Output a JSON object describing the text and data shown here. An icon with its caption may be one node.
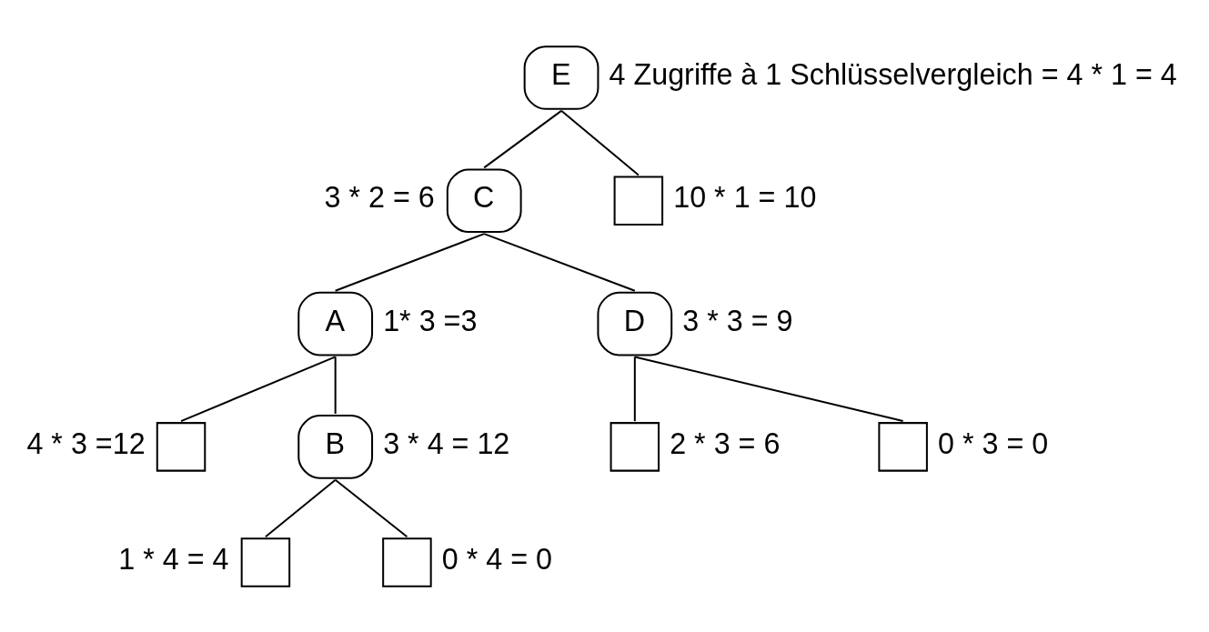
{
  "diagram": {
    "nodes": [
      {
        "text": [
          "E"
        ],
        "beside": [
          "4 Zugriffe à 1 Schlüsselvergleich = 4 * 1 = 4"
        ]
      },
      {
        "text": [
          "C"
        ],
        "beside": [
          "3 * 2 = 6"
        ]
      },
      {
        "text": [],
        "shape": "box",
        "beside": [
          "10 * 1 = 10"
        ]
      },
      {
        "text": [
          "A"
        ],
        "beside": [
          "1* 3 =3"
        ]
      },
      {
        "text": [
          "D"
        ],
        "beside": [
          "3 * 3 = 9"
        ]
      },
      {
        "text": [],
        "shape": "box",
        "beside": [
          "4 * 3 =12"
        ]
      },
      {
        "text": [
          "B"
        ],
        "beside": [
          "3 * 4 = 12"
        ]
      },
      {
        "text": [],
        "shape": "box",
        "beside": [
          "2 * 3 = 6"
        ]
      },
      {
        "text": [],
        "shape": "box",
        "beside": [
          "0 * 3 = 0"
        ]
      },
      {
        "text": [],
        "shape": "box",
        "beside": [
          "1 * 4 = 4"
        ]
      },
      {
        "text": [],
        "shape": "box",
        "beside": [
          "0 * 4 = 0"
        ]
      }
    ],
    "edges": [
      {
        "from": 0,
        "to": 1,
        "arrow": "none"
      },
      {
        "from": 0,
        "to": 2,
        "arrow": "none"
      },
      {
        "from": 1,
        "to": 3,
        "arrow": "none"
      },
      {
        "from": 1,
        "to": 4,
        "arrow": "none"
      },
      {
        "from": 3,
        "to": 5,
        "arrow": "none"
      },
      {
        "from": 3,
        "to": 6,
        "arrow": "none"
      },
      {
        "from": 4,
        "to": 7,
        "arrow": "none"
      },
      {
        "from": 4,
        "to": 8,
        "arrow": "none"
      },
      {
        "from": 6,
        "to": 9,
        "arrow": "none"
      },
      {
        "from": 6,
        "to": 10,
        "arrow": "none"
      }
    ]
  }
}
